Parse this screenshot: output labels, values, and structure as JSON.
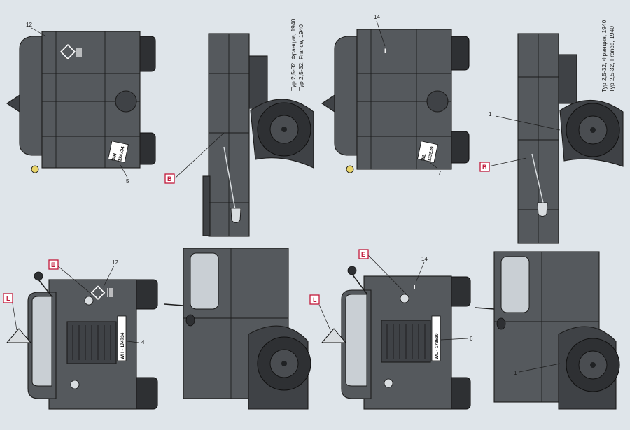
{
  "captions": {
    "variant1_line1": "Typ 2,5-32, Франция, 1940",
    "variant1_line2": "Typ 2,5-32, France, 1940",
    "variant2_line1": "Typ 2,5-32, Франция, 1940",
    "variant2_line2": "Typ 2,5-32, France, 1940"
  },
  "callouts": {
    "n1": "1",
    "n4": "4",
    "n5": "5",
    "n6": "6",
    "n7": "7",
    "n12": "12",
    "n14": "14"
  },
  "tags": {
    "B": "B",
    "E": "E",
    "L": "L"
  },
  "plates": {
    "v1_prefix": "WH",
    "v1_number": "174734",
    "v1_full": "WH - 174734",
    "v2_prefix": "WL",
    "v2_number": "173539",
    "v2_full": "WL - 173539"
  },
  "marks": {
    "roman_i": "I"
  },
  "colors": {
    "paint": "#55595d",
    "tag_red": "#c2183a",
    "background": "#dfe5ea"
  }
}
